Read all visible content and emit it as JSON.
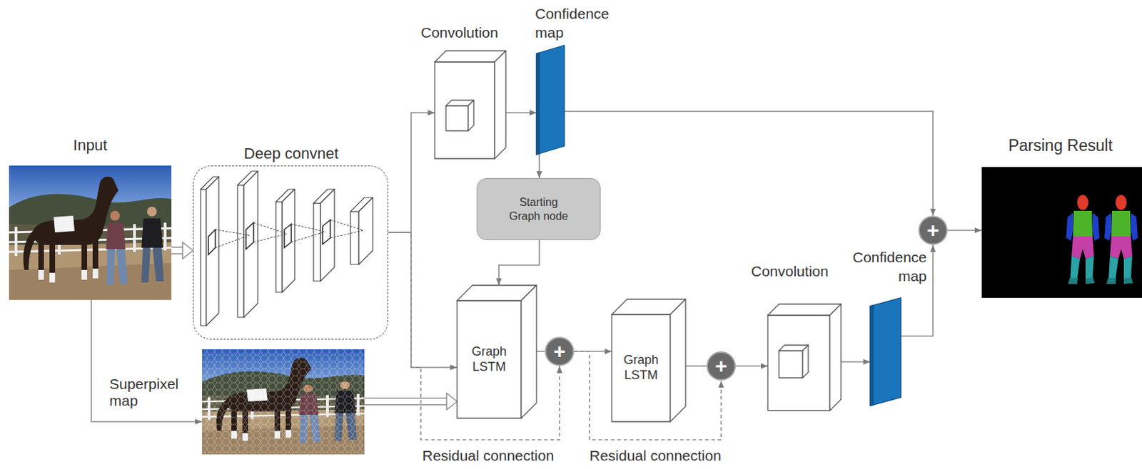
{
  "diagram": {
    "nodes": [
      {
        "text": [
          "Input"
        ]
      },
      {
        "text": [
          "Deep convnet"
        ]
      },
      {
        "text": [
          "Superpixel map"
        ]
      },
      {
        "text": [
          "Convolution"
        ]
      },
      {
        "text": [
          "Confidence map"
        ]
      },
      {
        "text": [
          "Starting Graph node"
        ]
      },
      {
        "text": [
          "Graph LSTM"
        ]
      },
      {
        "text": [
          "+"
        ]
      },
      {
        "text": [
          "Graph LSTM"
        ]
      },
      {
        "text": [
          "+"
        ]
      },
      {
        "text": [
          "Convolution"
        ]
      },
      {
        "text": [
          "Confidence map"
        ]
      },
      {
        "text": [
          "+"
        ]
      },
      {
        "text": [
          "Parsing Result"
        ]
      }
    ],
    "edges": [
      {
        "from": 0,
        "to": 1,
        "arrow": "to"
      },
      {
        "from": 0,
        "to": 2,
        "arrow": "to"
      },
      {
        "from": 1,
        "to": 3,
        "arrow": "to"
      },
      {
        "from": 1,
        "to": 6,
        "arrow": "to"
      },
      {
        "from": 2,
        "to": 6,
        "arrow": "to"
      },
      {
        "from": 3,
        "to": 4,
        "arrow": "to"
      },
      {
        "from": 4,
        "to": 5,
        "arrow": "to"
      },
      {
        "from": 4,
        "to": 12,
        "arrow": "to"
      },
      {
        "from": 5,
        "to": 6,
        "arrow": "to"
      },
      {
        "from": 1,
        "to": 7,
        "label": "Residual connection",
        "arrow": "to"
      },
      {
        "from": 6,
        "to": 7,
        "arrow": "none"
      },
      {
        "from": 7,
        "to": 8,
        "arrow": "to"
      },
      {
        "from": 7,
        "to": 9,
        "label": "Residual connection",
        "arrow": "to"
      },
      {
        "from": 8,
        "to": 9,
        "arrow": "none"
      },
      {
        "from": 9,
        "to": 10,
        "arrow": "to"
      },
      {
        "from": 10,
        "to": 11,
        "arrow": "to"
      },
      {
        "from": 11,
        "to": 12,
        "arrow": "to"
      },
      {
        "from": 12,
        "to": 13,
        "arrow": "to"
      }
    ]
  }
}
